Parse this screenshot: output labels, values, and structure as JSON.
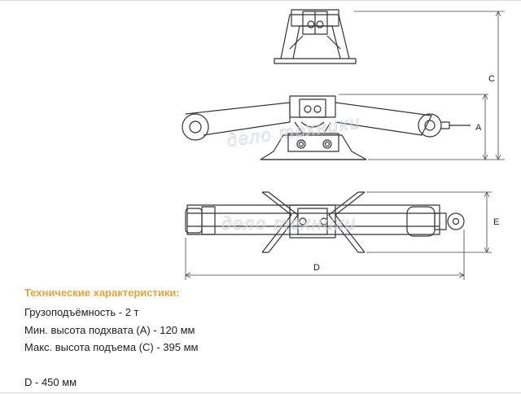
{
  "diagram": {
    "dimension_labels": {
      "a": "A",
      "c": "C",
      "d": "D",
      "e": "E"
    },
    "watermark": "дело техники"
  },
  "specs": {
    "title": "Технические характеристики:",
    "capacity": "Грузоподъёмность - 2 т",
    "min_height": "Мин. высота подхвата (A) - 120 мм",
    "max_height": "Макс. высота подъема (C) - 395 мм",
    "length": "D - 450 мм"
  },
  "colors": {
    "accent_orange": "#e8a33a",
    "line": "#333333"
  }
}
